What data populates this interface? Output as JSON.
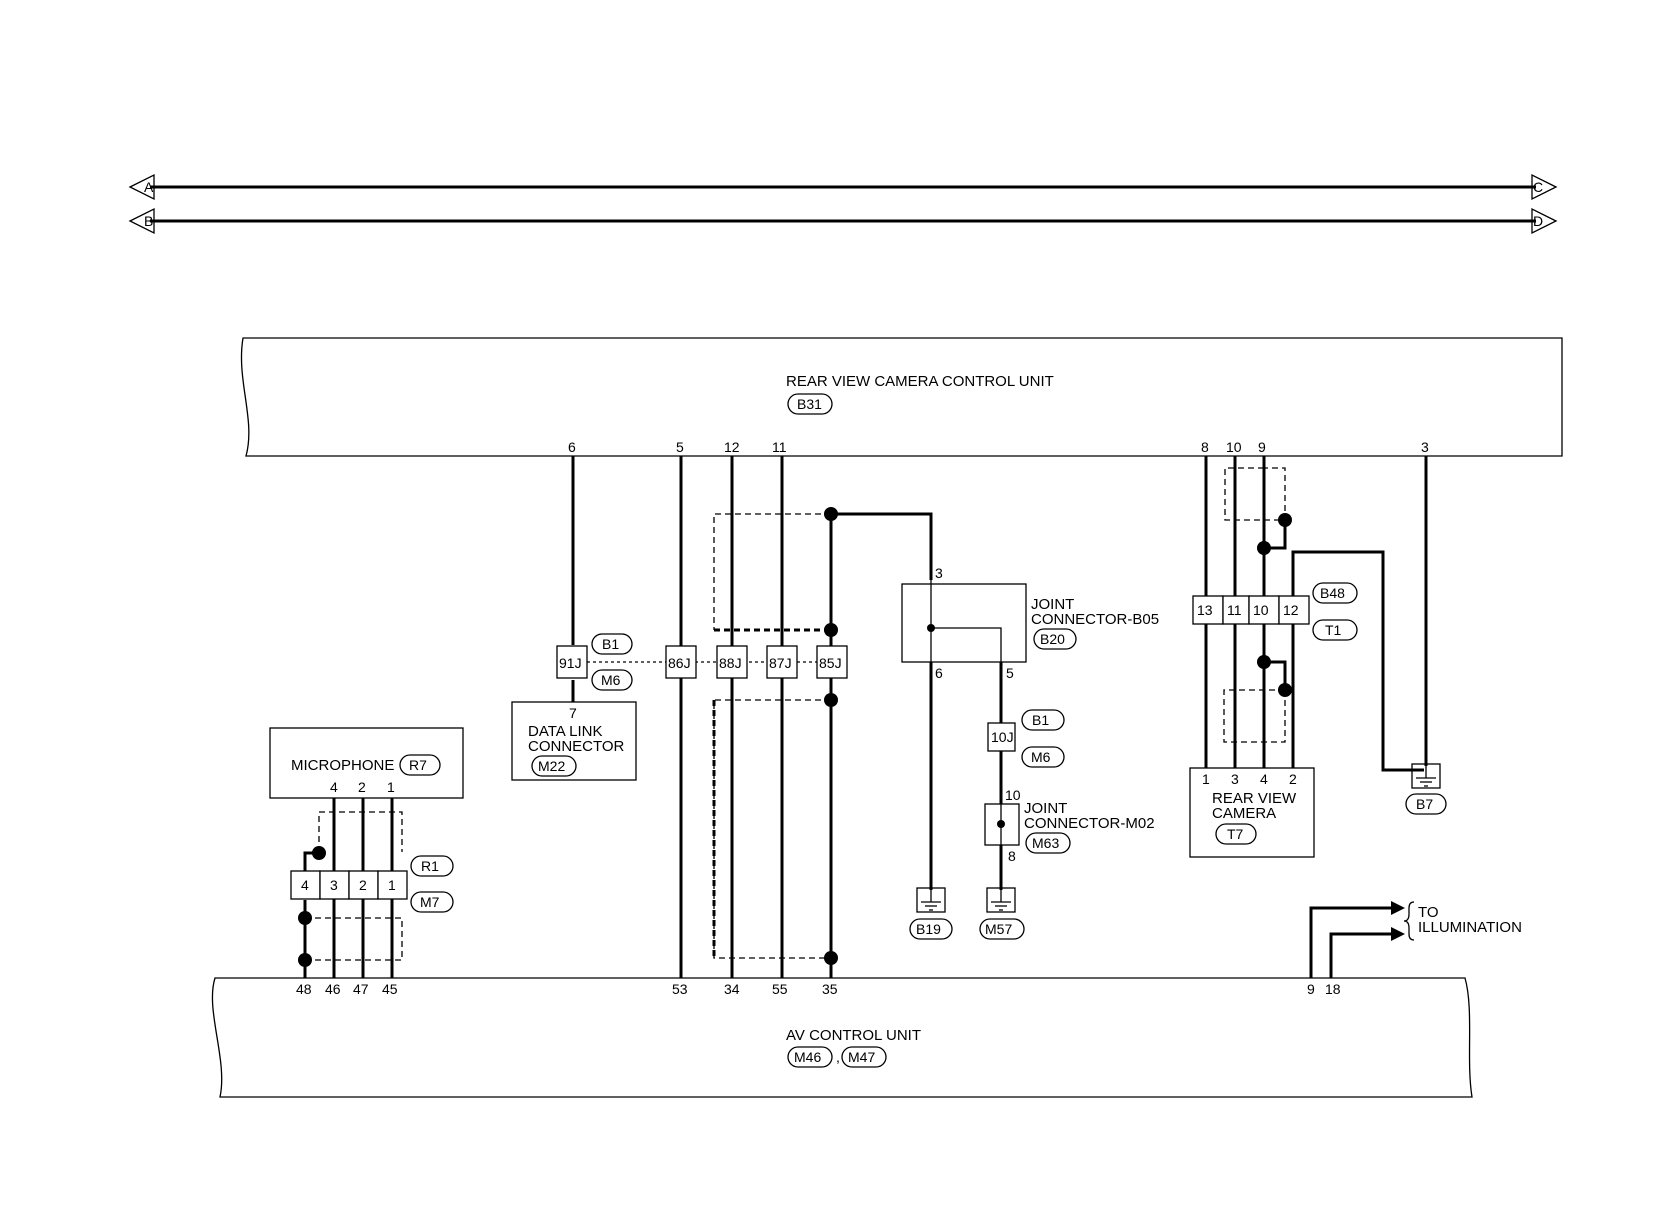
{
  "bus": {
    "left_a": "A",
    "left_b": "B",
    "right_c": "C",
    "right_d": "D"
  },
  "units": {
    "rvc": {
      "title": "REAR VIEW CAMERA CONTROL UNIT",
      "connector": "B31"
    },
    "av": {
      "title": "AV CONTROL UNIT",
      "connectors": [
        "M46",
        "M47"
      ],
      "separator": ","
    }
  },
  "rvc_pins": [
    "6",
    "5",
    "12",
    "11",
    "8",
    "10",
    "9",
    "3"
  ],
  "av_pins": [
    "48",
    "46",
    "47",
    "45",
    "53",
    "34",
    "55",
    "35",
    "9",
    "18"
  ],
  "inline_connector": {
    "tags": [
      "B1",
      "M6"
    ],
    "cells": [
      "91J",
      "86J",
      "88J",
      "87J",
      "85J"
    ]
  },
  "data_link": {
    "pin": "7",
    "line1": "DATA LINK",
    "line2": "CONNECTOR",
    "connector": "M22"
  },
  "microphone": {
    "title": "MICROPHONE",
    "connector": "R7",
    "top_pins": [
      "4",
      "2",
      "1"
    ],
    "cells": [
      "4",
      "3",
      "2",
      "1"
    ],
    "tags": [
      "R1",
      "M7"
    ]
  },
  "joint_b05": {
    "line1": "JOINT",
    "line2": "CONNECTOR-B05",
    "connector": "B20",
    "pin_top": "3",
    "pin_left": "6",
    "pin_right": "5"
  },
  "conn_10j": {
    "cell": "10J",
    "tags": [
      "B1",
      "M6"
    ]
  },
  "joint_m02": {
    "line1": "JOINT",
    "line2": "CONNECTOR-M02",
    "connector": "M63",
    "pin_top": "10",
    "pin_bottom": "8"
  },
  "grounds": [
    "B19",
    "M57",
    "B7"
  ],
  "camera_inline": {
    "cells": [
      "13",
      "11",
      "10",
      "12"
    ],
    "tags": [
      "B48",
      "T1"
    ]
  },
  "camera": {
    "line1": "REAR VIEW",
    "line2": "CAMERA",
    "connector": "T7",
    "pins": [
      "1",
      "3",
      "4",
      "2"
    ]
  },
  "illumination": {
    "line1": "TO",
    "line2": "ILLUMINATION"
  }
}
